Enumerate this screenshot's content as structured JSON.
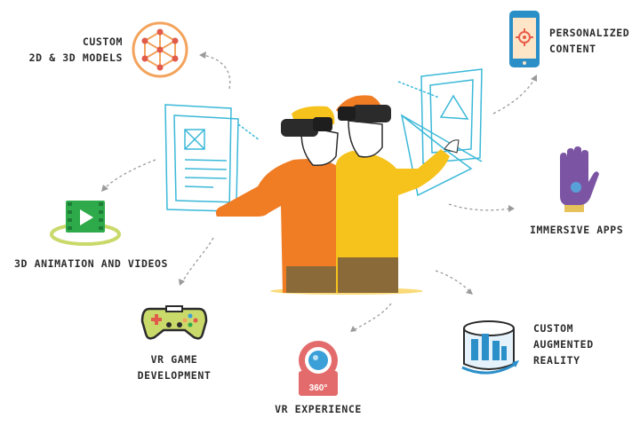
{
  "features": {
    "models": {
      "line1": "CUSTOM",
      "line2": "2D & 3D MODELS",
      "icon": "molecule-model-icon",
      "color": "#f3a35b"
    },
    "content": {
      "line1": "PERSONALIZED",
      "line2": "CONTENT",
      "icon": "phone-target-icon",
      "color": "#f0894a"
    },
    "animation": {
      "line1": "3D ANIMATION AND VIDEOS",
      "icon": "video-play-icon",
      "color": "#2eaa4a"
    },
    "apps": {
      "line1": "IMMERSIVE APPS",
      "icon": "haptic-glove-icon",
      "color": "#7b55a3"
    },
    "game": {
      "line1": "VR GAME",
      "line2": "DEVELOPMENT",
      "icon": "gamepad-icon",
      "color": "#c9d96a"
    },
    "experience": {
      "line1": "VR EXPERIENCE",
      "icon": "camera-360-icon",
      "badge": "360°",
      "color": "#e36b6b"
    },
    "ar": {
      "line1": "CUSTOM",
      "line2": "AUGMENTED",
      "line3": "REALITY",
      "icon": "ar-city-icon",
      "color": "#2b8fc9"
    }
  },
  "illustration": {
    "subject": "two-people-vr-headsets",
    "colors": {
      "shirt_left": "#f07c24",
      "shirt_right": "#f6c21c",
      "hologram": "#3bb8d8",
      "pants": "#8b6a3a"
    }
  }
}
